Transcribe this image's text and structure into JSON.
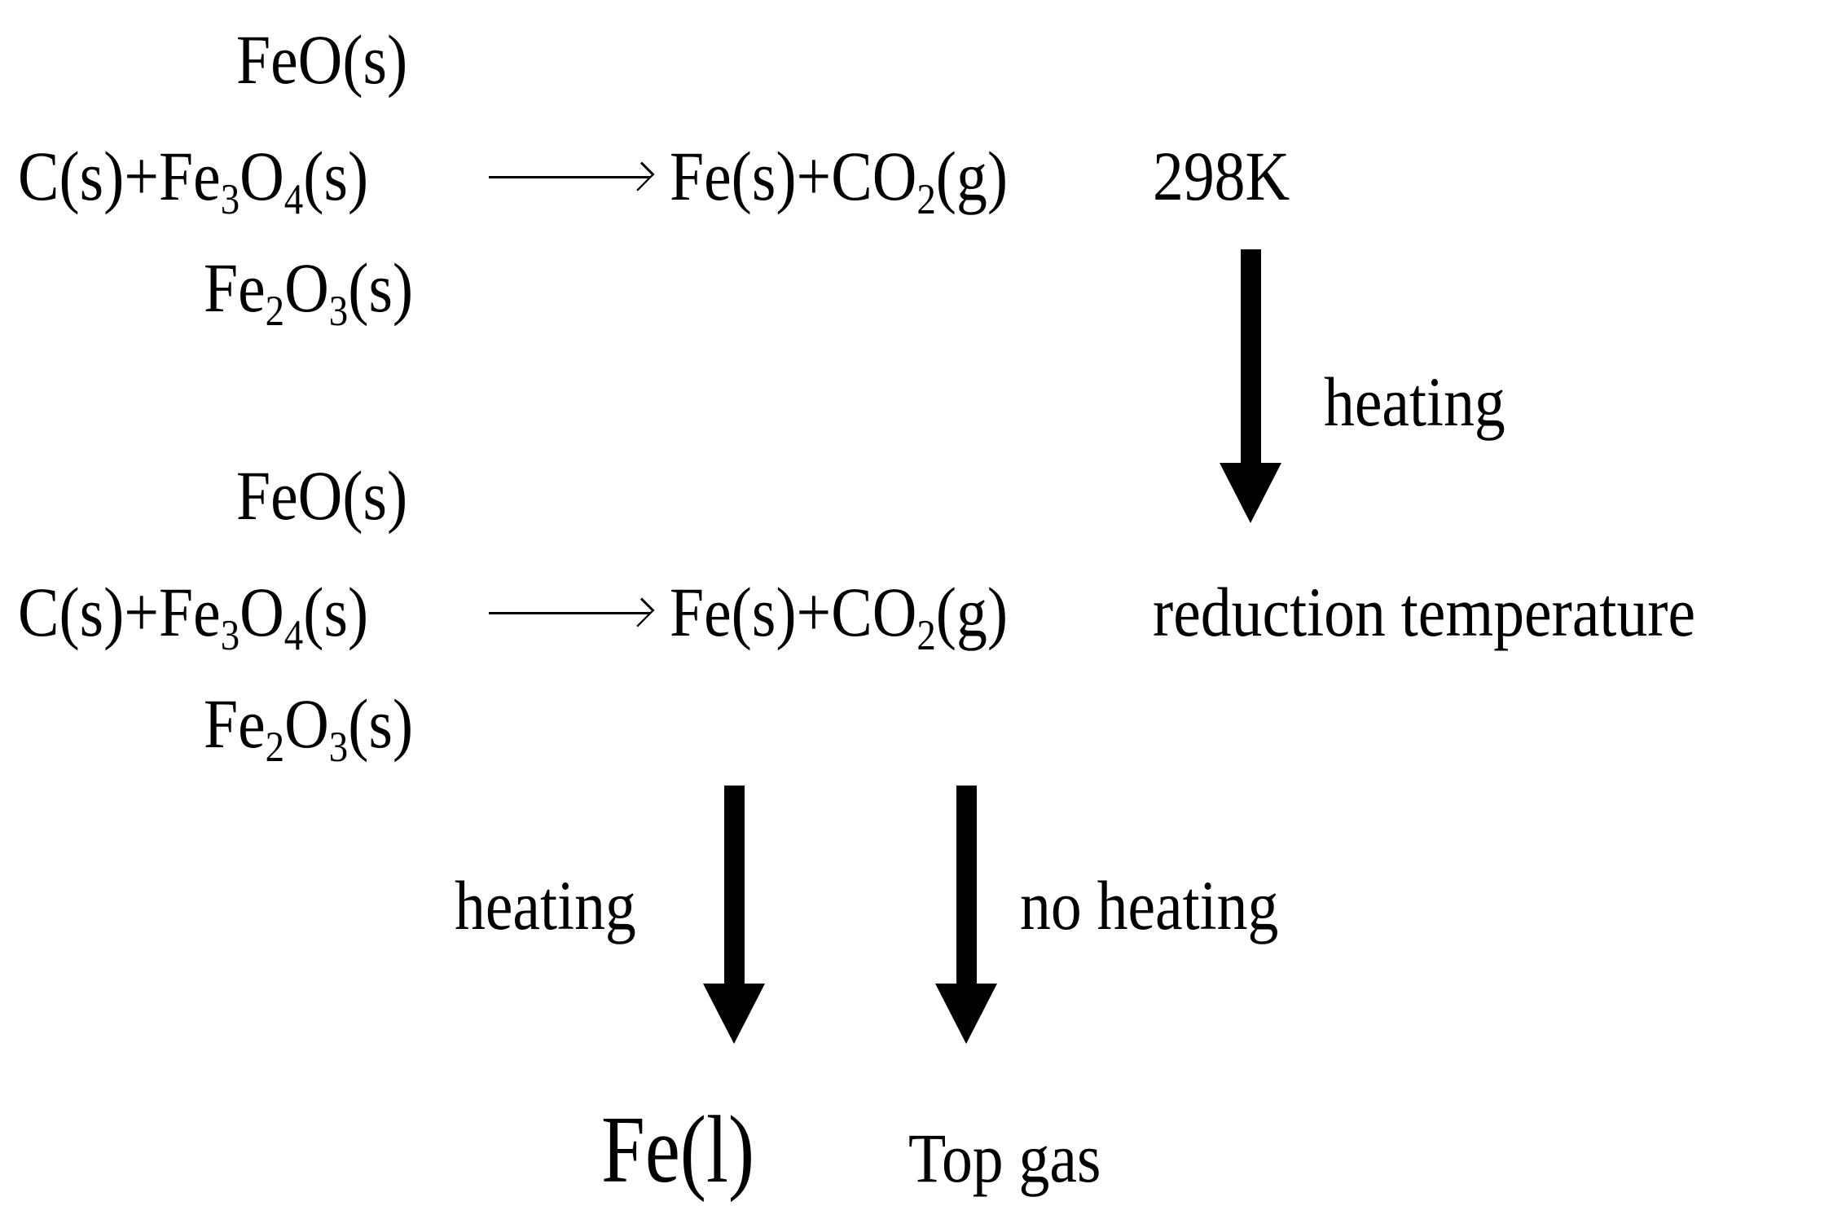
{
  "eq1": {
    "top_species": "FeO(s)",
    "reactant_c": "C(s)+",
    "fe": "Fe",
    "sub3": "3",
    "o": "O",
    "sub4": "4",
    "state_s": "(s)",
    "products_fe": "Fe(s)+CO",
    "sub2": "2",
    "state_g": "(g)",
    "bottom_fe": "Fe",
    "bottom_sub2": "2",
    "bottom_o": "O",
    "bottom_sub3": "3",
    "bottom_state": "(s)",
    "condition": "298K"
  },
  "step_arrow": {
    "label": "heating"
  },
  "eq2": {
    "top_species": "FeO(s)",
    "reactant_c": "C(s)+",
    "fe": "Fe",
    "sub3": "3",
    "o": "O",
    "sub4": "4",
    "state_s": "(s)",
    "products_fe": "Fe(s)+CO",
    "sub2": "2",
    "state_g": "(g)",
    "bottom_fe": "Fe",
    "bottom_sub2": "2",
    "bottom_o": "O",
    "bottom_sub3": "3",
    "bottom_state": "(s)",
    "condition": "reduction temperature"
  },
  "branches": {
    "left_label": "heating",
    "right_label": "no heating",
    "left_product": "Fe(l)",
    "right_product": "Top gas"
  }
}
